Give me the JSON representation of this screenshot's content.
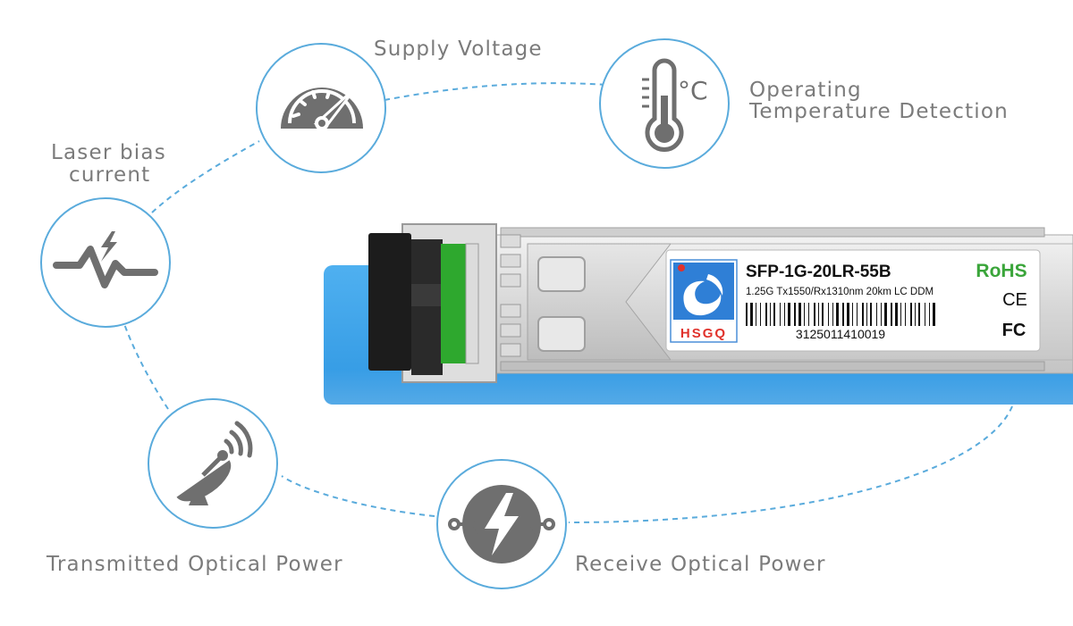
{
  "metrics": [
    {
      "id": "supply-voltage",
      "label": "Supply Voltage",
      "icon": "gauge-icon"
    },
    {
      "id": "operating-temperature",
      "label_lines": [
        "Operating",
        "Temperature Detection"
      ],
      "icon": "thermometer-icon"
    },
    {
      "id": "laser-bias",
      "label_lines": [
        "Laser bias",
        "current"
      ],
      "icon": "pulse-icon"
    },
    {
      "id": "tx-power",
      "label": "Transmitted Optical Power",
      "icon": "satellite-dish-icon"
    },
    {
      "id": "rx-power",
      "label": "Receive Optical Power",
      "icon": "lightning-circuit-icon"
    }
  ],
  "thermometer_unit": "°C",
  "module_label": {
    "part_number": "SFP-1G-20LR-55B",
    "spec": "1.25G Tx1550/Rx1310nm 20km LC DDM",
    "serial": "3125011410019",
    "brand": "HSGQ",
    "rohs": "RoHS",
    "ce": "CE",
    "fc": "FC"
  },
  "colors": {
    "accent_blue": "#5aabdc",
    "band_blue": "#3aa1e8",
    "icon_gray": "#6f6f6f",
    "label_gray": "#7b7b7b",
    "latch_green": "#2ea82e",
    "rohs_green": "#3aa53a",
    "brand_red": "#e0322c",
    "brand_blue": "#1f6fcf"
  }
}
